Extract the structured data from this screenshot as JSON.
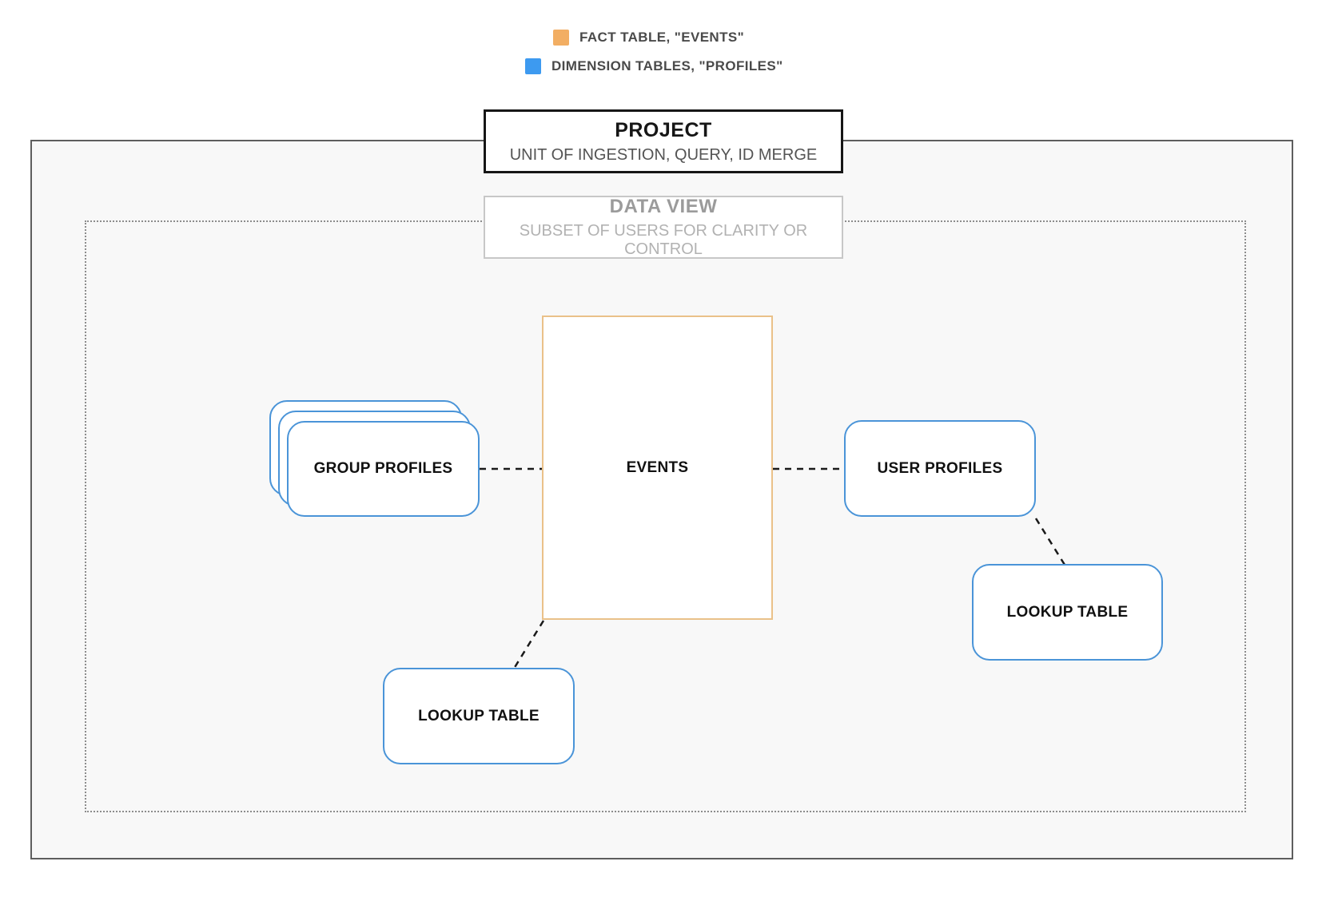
{
  "legend": {
    "items": [
      {
        "name": "fact-table",
        "label": "FACT TABLE, \"EVENTS\"",
        "color": "#F2AE63"
      },
      {
        "name": "dimension-tables",
        "label": "DIMENSION TABLES, \"PROFILES\"",
        "color": "#3D9AF0"
      }
    ]
  },
  "project": {
    "title": "PROJECT",
    "subtitle": "UNIT OF INGESTION, QUERY, ID MERGE"
  },
  "data_view": {
    "title": "DATA VIEW",
    "subtitle": "SUBSET OF USERS FOR CLARITY OR CONTROL"
  },
  "diagram": {
    "fact_table": {
      "label": "EVENTS",
      "border_color": "#EAC189"
    },
    "group_profiles": {
      "label": "GROUP PROFILES"
    },
    "user_profiles": {
      "label": "USER PROFILES"
    },
    "lookup_table_bottom": {
      "label": "LOOKUP TABLE"
    },
    "lookup_table_right": {
      "label": "LOOKUP TABLE"
    },
    "dimension_border_color": "#4A94D8",
    "connector_color": "#1A1A1A"
  }
}
